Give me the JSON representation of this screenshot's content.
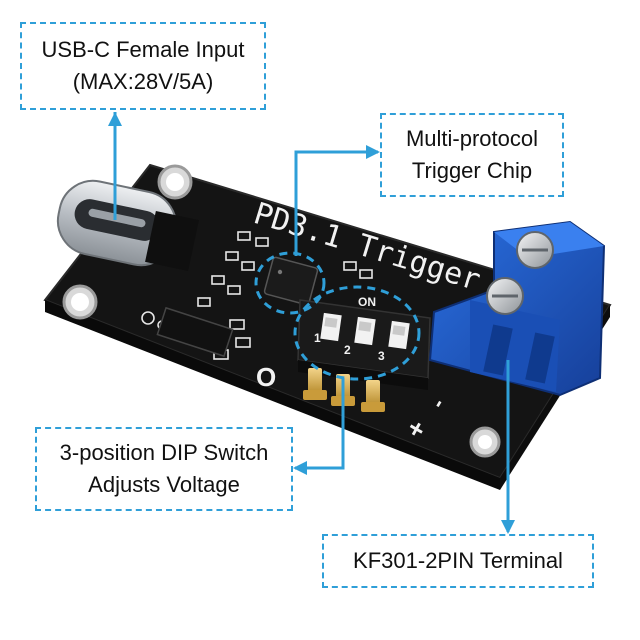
{
  "callouts": {
    "usb": {
      "line1": "USB-C Female Input",
      "line2": "(MAX:28V/5A)"
    },
    "chip": {
      "line1": "Multi-protocol",
      "line2": "Trigger Chip"
    },
    "dip": {
      "line1": "3-position DIP Switch",
      "line2": "Adjusts Voltage"
    },
    "terminal": {
      "line1": "KF301-2PIN Terminal"
    }
  },
  "board": {
    "silkscreen_title": "PD3.1 Trigger",
    "dip_on_label": "ON",
    "dip_numbers": [
      "1",
      "2",
      "3"
    ],
    "pad_label": "O",
    "terminal_minus": "-",
    "terminal_plus": "+"
  },
  "colors": {
    "callout_border": "#2f9fd8",
    "pcb": "#141414",
    "terminal_block": "#1f5fc9",
    "usb_metal": "#c8ccd0"
  }
}
